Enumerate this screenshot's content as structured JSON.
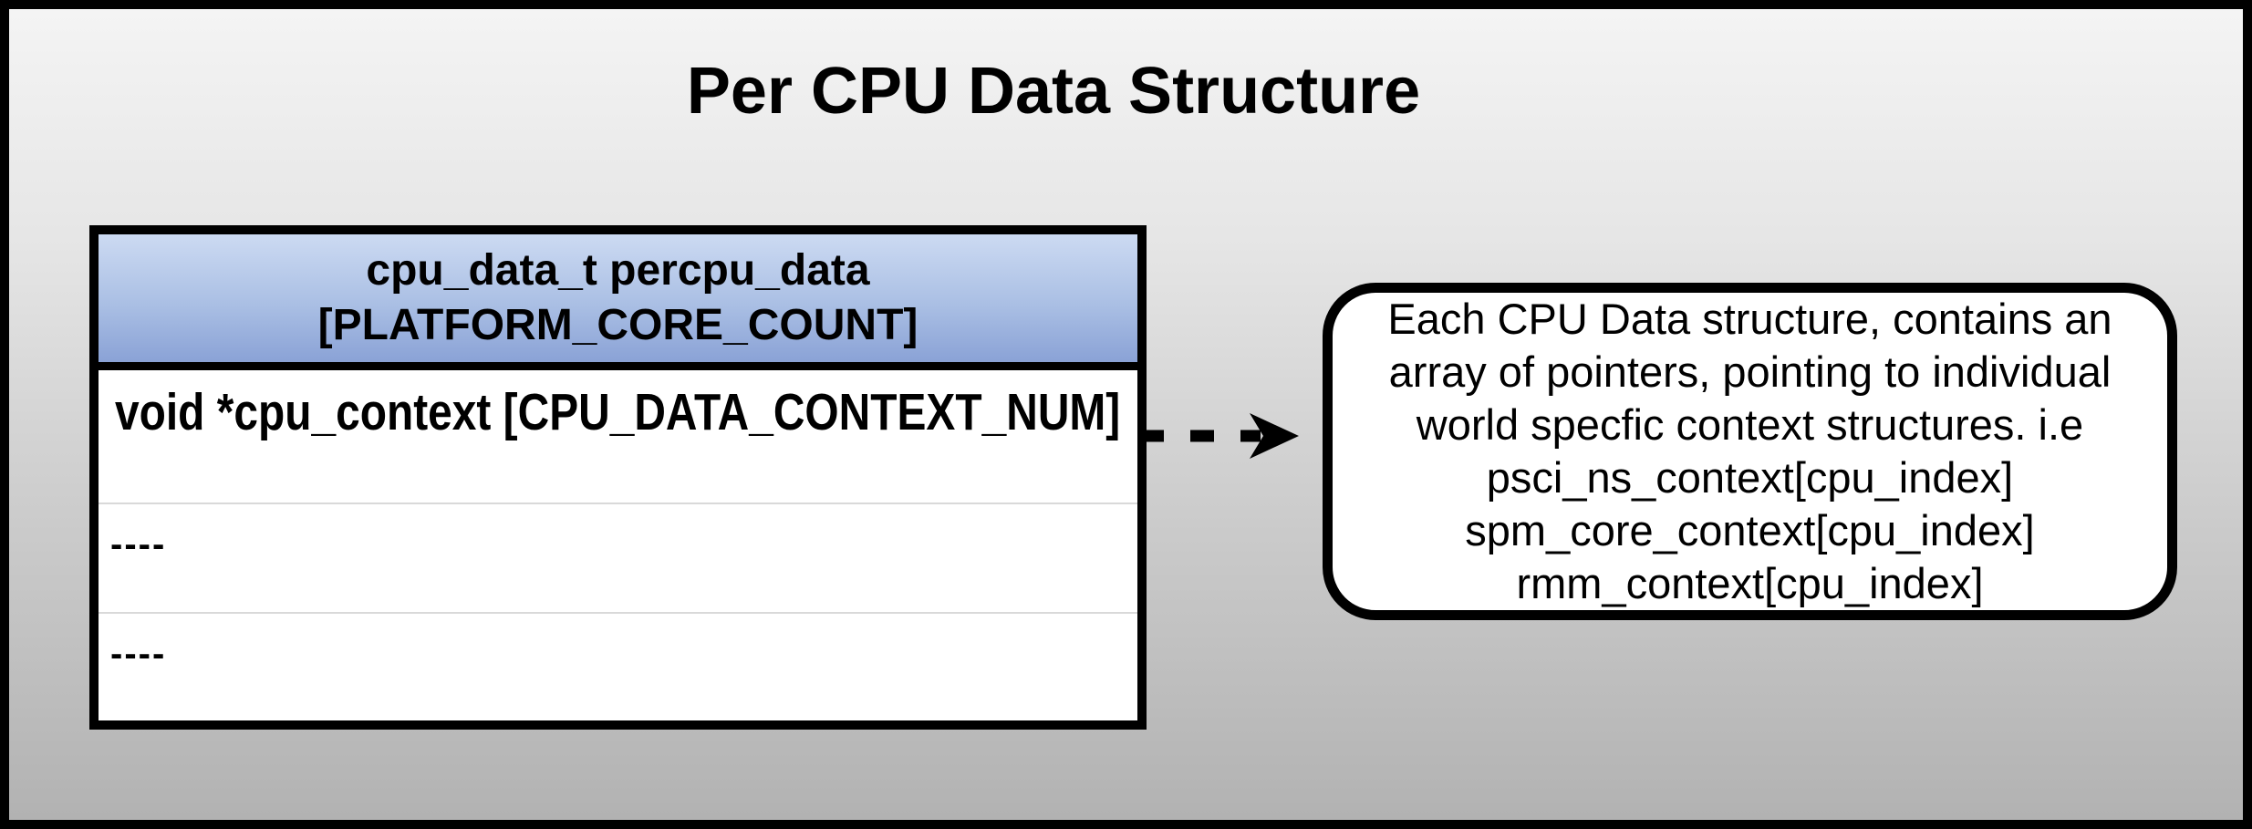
{
  "title": "Per CPU Data Structure",
  "table": {
    "header": {
      "line1": "cpu_data_t percpu_data",
      "line2": "[PLATFORM_CORE_COUNT]"
    },
    "rows": [
      {
        "text": "void *cpu_context [CPU_DATA_CONTEXT_NUM]"
      },
      {
        "text": "----"
      },
      {
        "text": "----"
      }
    ]
  },
  "connector": {
    "style": "dashed-arrow-right"
  },
  "note": {
    "lines": [
      "Each CPU Data structure, contains an",
      "array of pointers, pointing to individual",
      "world specfic context structures. i.e",
      "psci_ns_context[cpu_index]",
      "spm_core_context[cpu_index]",
      "rmm_context[cpu_index]"
    ]
  },
  "colors": {
    "header_gradient_top": "#ccdaf2",
    "header_gradient_bottom": "#8aa2d6",
    "background_top": "#f4f4f4",
    "background_bottom": "#b2b2b2",
    "border": "#000000",
    "row_divider": "#d9d9d9",
    "table_fill": "#ffffff",
    "note_fill": "#ffffff"
  }
}
